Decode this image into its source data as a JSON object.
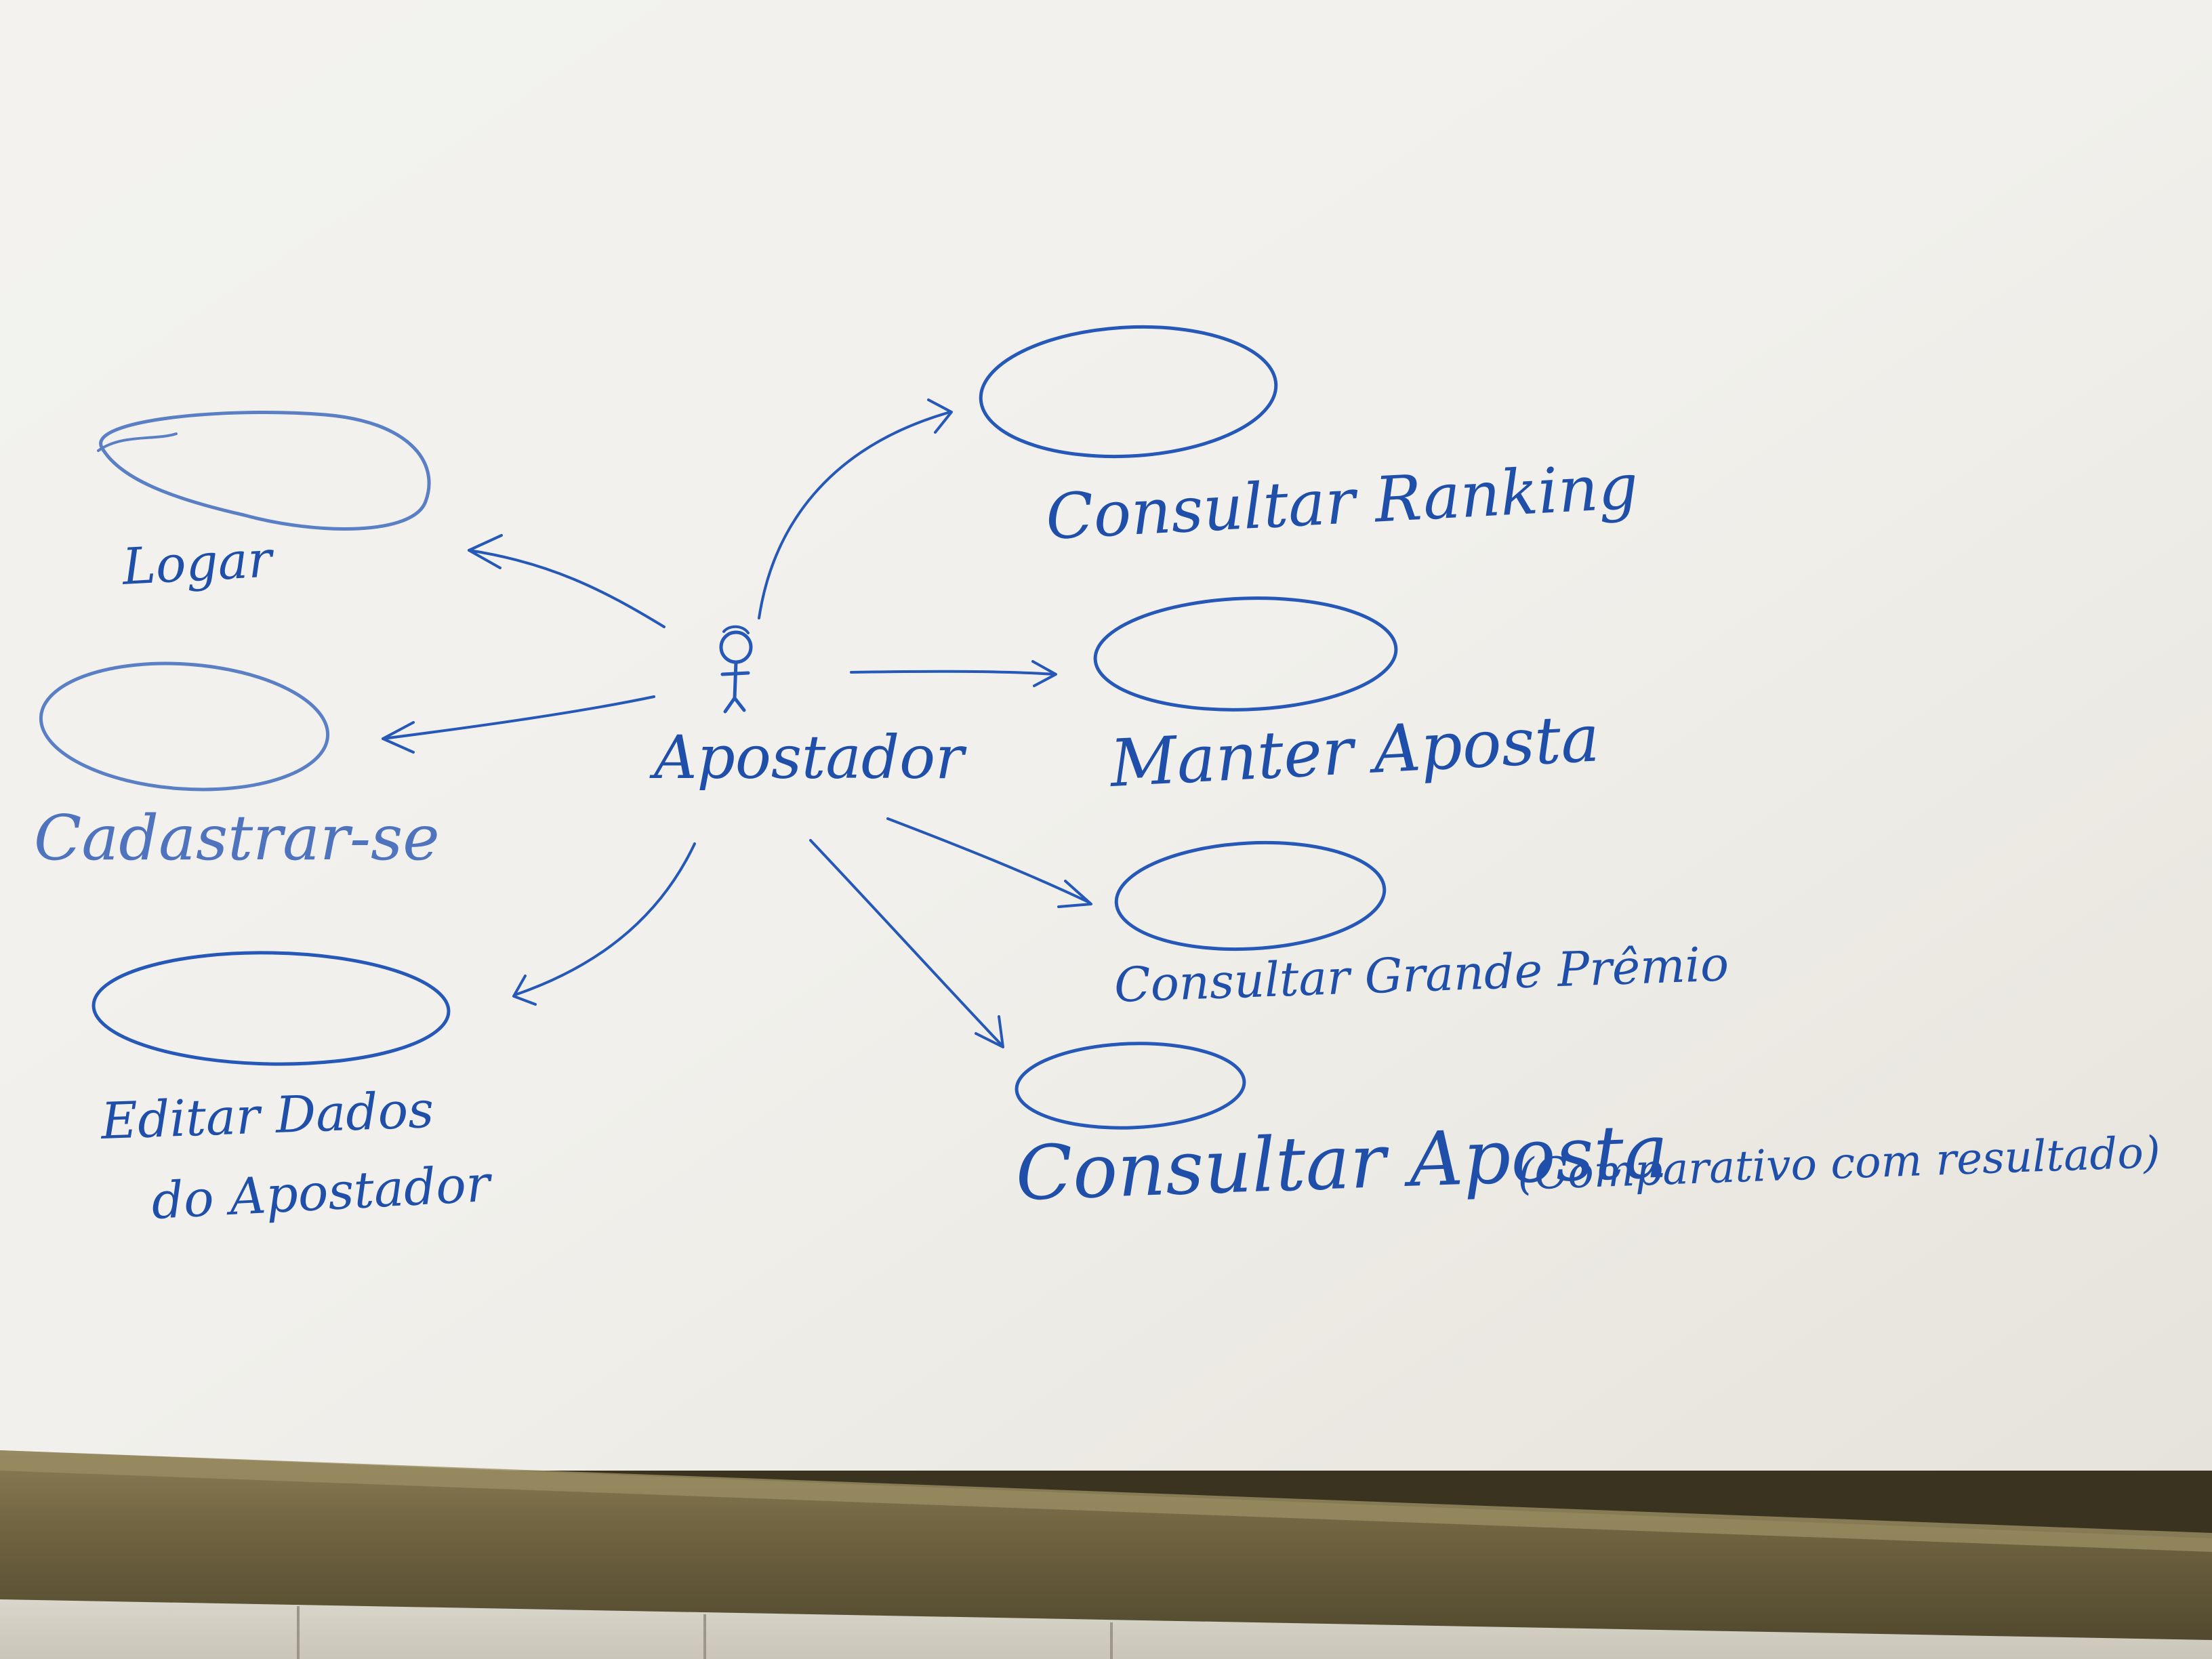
{
  "diagram": {
    "actor": {
      "label": "Apostador"
    },
    "use_cases": [
      {
        "id": "logar",
        "label": "Logar"
      },
      {
        "id": "cadastrar",
        "label": "Cadastrar-se"
      },
      {
        "id": "editar",
        "label_line1": "Editar Dados",
        "label_line2": "do Apostador"
      },
      {
        "id": "ranking",
        "label": "Consultar Ranking"
      },
      {
        "id": "manter",
        "label": "Manter Aposta"
      },
      {
        "id": "grande",
        "label": "Consultar Grande Prêmio"
      },
      {
        "id": "aposta",
        "label_main": "Consultar Aposta",
        "label_note": "(Comparativo com resultado)"
      }
    ]
  },
  "colors": {
    "marker": "#2658b8",
    "board": "#f2f1ed",
    "tray": "#6b5f3a"
  }
}
